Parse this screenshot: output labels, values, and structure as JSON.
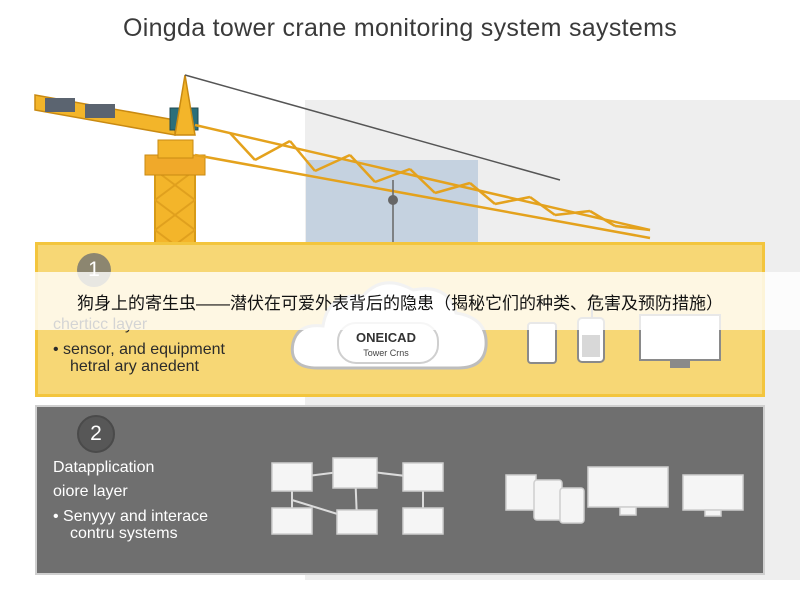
{
  "title": "Oingda tower crane monitoring system saystems",
  "overlay_caption": "狗身上的寄生虫——潜伏在可爱外表背后的隐患（揭秘它们的种类、危害及预防措施）",
  "layers": [
    {
      "number": "1",
      "heading_partial": "cherticc layer",
      "bullet_line1": "• sensor, and equipment",
      "bullet_line2": "hetral ary anedent",
      "color": "#f7d775"
    },
    {
      "number": "2",
      "heading_line1": "Datapplication",
      "heading_line2": "oiore layer",
      "bullet_line1": "• Senyyy and interace",
      "bullet_line2": "contru systems",
      "color": "#6f6f6f"
    }
  ],
  "cloud": {
    "label": "ONEICAD",
    "sublabel": "Tower Crns"
  },
  "crane_color": "#f3b52a"
}
